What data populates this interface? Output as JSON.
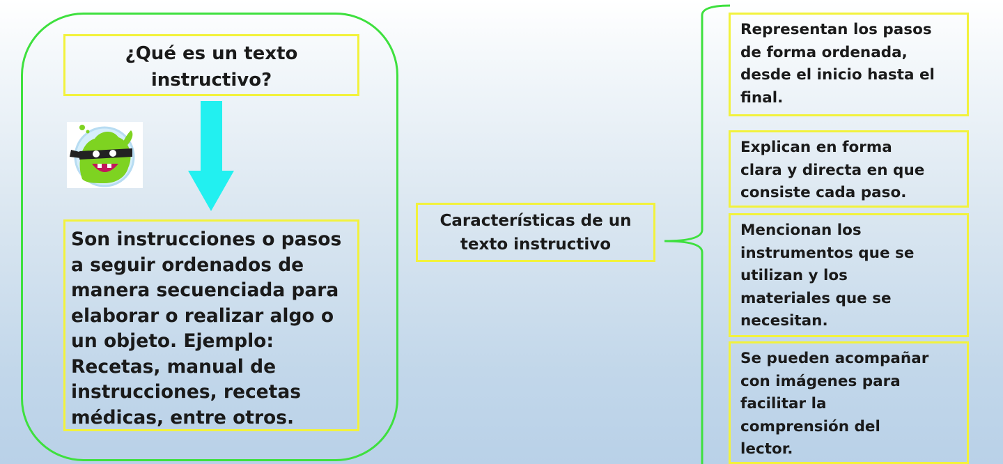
{
  "question": {
    "line1": "¿Qué es un texto",
    "line2": "instructivo?"
  },
  "definition": {
    "lines": [
      "Son instrucciones o pasos",
      "a seguir ordenados de",
      "manera secuenciada para",
      "elaborar o realizar algo o",
      "un objeto. Ejemplo:",
      "Recetas, manual de",
      "instrucciones, recetas",
      "médicas, entre otros."
    ]
  },
  "center": {
    "line1": "Características de un",
    "line2": "texto instructivo"
  },
  "characteristics": [
    {
      "lines": [
        "Representan los pasos",
        "de forma ordenada,",
        "desde el inicio hasta el",
        "final."
      ]
    },
    {
      "lines": [
        "Explican en forma",
        "clara y directa en que",
        "consiste cada paso."
      ]
    },
    {
      "lines": [
        "Mencionan los",
        "instrumentos que se",
        "utilizan y los",
        "materiales que se",
        "necesitan."
      ]
    },
    {
      "lines": [
        "Se pueden acompañar",
        "con imágenes para",
        "facilitar la",
        "comprensión del",
        "lector."
      ]
    }
  ],
  "icons": {
    "mascot": "green-monster-mascot-icon",
    "arrow": "down-arrow-icon",
    "bracket": "curly-bracket-connector"
  },
  "colors": {
    "frame_green": "#3ee03e",
    "box_yellow": "#f2f23c",
    "arrow_cyan": "#22f0f0",
    "mascot_green": "#7ed321"
  }
}
